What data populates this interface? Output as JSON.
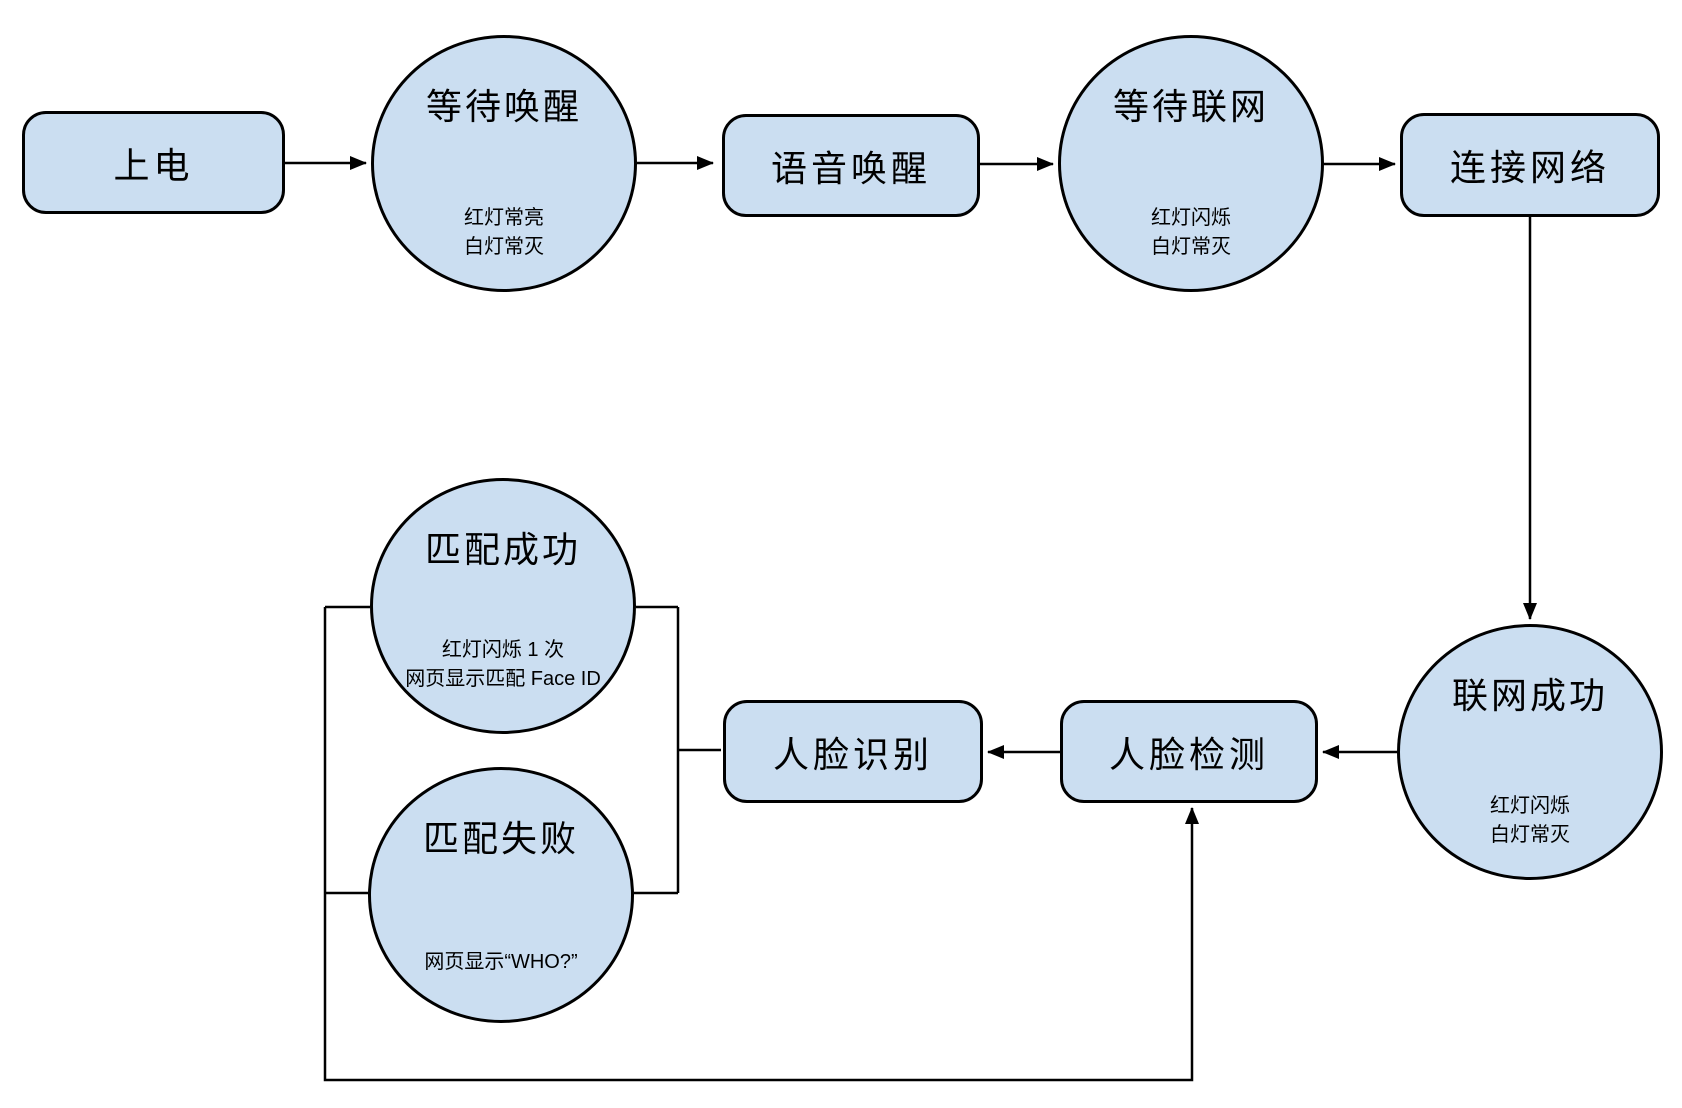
{
  "diagram": {
    "type": "flowchart",
    "background": "#ffffff",
    "colors": {
      "node_fill": "#CBDEF1",
      "node_border": "#000000",
      "connector": "#000000",
      "text": "#000000"
    },
    "nodes": {
      "power_on": {
        "shape": "rectangle",
        "label": "上电"
      },
      "wait_wake": {
        "shape": "circle",
        "label": "等待唤醒",
        "sub_line1": "红灯常亮",
        "sub_line2": "白灯常灭"
      },
      "voice_wake": {
        "shape": "rectangle",
        "label": "语音唤醒"
      },
      "wait_network": {
        "shape": "circle",
        "label": "等待联网",
        "sub_line1": "红灯闪烁",
        "sub_line2": "白灯常灭"
      },
      "connect_network": {
        "shape": "rectangle",
        "label": "连接网络"
      },
      "network_success": {
        "shape": "circle",
        "label": "联网成功",
        "sub_line1": "红灯闪烁",
        "sub_line2": "白灯常灭"
      },
      "face_detect": {
        "shape": "rectangle",
        "label": "人脸检测"
      },
      "face_recognize": {
        "shape": "rectangle",
        "label": "人脸识别"
      },
      "match_success": {
        "shape": "circle",
        "label": "匹配成功",
        "sub_line1": "红灯闪烁 1 次",
        "sub_line2": "网页显示匹配 Face ID"
      },
      "match_fail": {
        "shape": "circle",
        "label": "匹配失败",
        "sub_line1": "网页显示“WHO?”"
      }
    },
    "edges": [
      {
        "from": "power_on",
        "to": "wait_wake",
        "arrow": true
      },
      {
        "from": "wait_wake",
        "to": "voice_wake",
        "arrow": true
      },
      {
        "from": "voice_wake",
        "to": "wait_network",
        "arrow": true
      },
      {
        "from": "wait_network",
        "to": "connect_network",
        "arrow": true
      },
      {
        "from": "connect_network",
        "to": "network_success",
        "arrow": true
      },
      {
        "from": "network_success",
        "to": "face_detect",
        "arrow": true
      },
      {
        "from": "face_detect",
        "to": "face_recognize",
        "arrow": true
      },
      {
        "from": "face_recognize",
        "to": "match_success",
        "arrow": false
      },
      {
        "from": "face_recognize",
        "to": "match_fail",
        "arrow": false
      },
      {
        "from": "match_success",
        "to": "face_detect",
        "arrow": true
      },
      {
        "from": "match_fail",
        "to": "face_detect",
        "arrow": true
      }
    ]
  }
}
